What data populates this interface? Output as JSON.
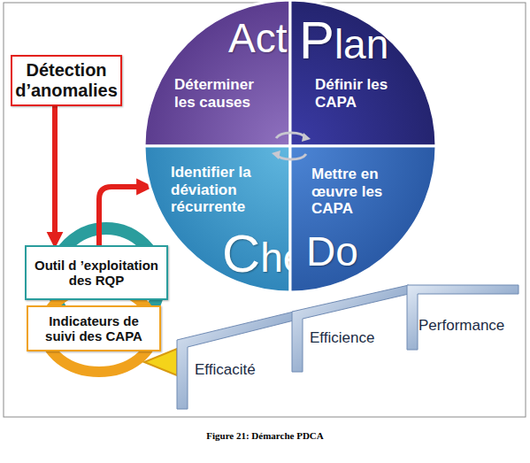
{
  "diagram": {
    "caption": "Figure 21: Démarche PDCA",
    "nodes": [
      {
        "text": [
          "Act",
          "Déterminer les causes"
        ]
      },
      {
        "text": [
          "Plan",
          "Définir les CAPA"
        ]
      },
      {
        "text": [
          "Identifier la déviation récurrente",
          "Check"
        ]
      },
      {
        "text": [
          "Mettre en œuvre les CAPA",
          "Do"
        ]
      },
      {
        "text": [
          "Détection d’anomalies"
        ]
      },
      {
        "text": [
          "Outil d ’exploitation des RQP"
        ]
      },
      {
        "text": [
          "Indicateurs de suivi des CAPA"
        ]
      }
    ],
    "edges": [
      {
        "from": 4,
        "to": 5,
        "arrow": "to"
      },
      {
        "from": 5,
        "to": 2,
        "arrow": "to"
      }
    ],
    "labels": [
      "Efficacité",
      "Efficience",
      "Performance"
    ]
  }
}
